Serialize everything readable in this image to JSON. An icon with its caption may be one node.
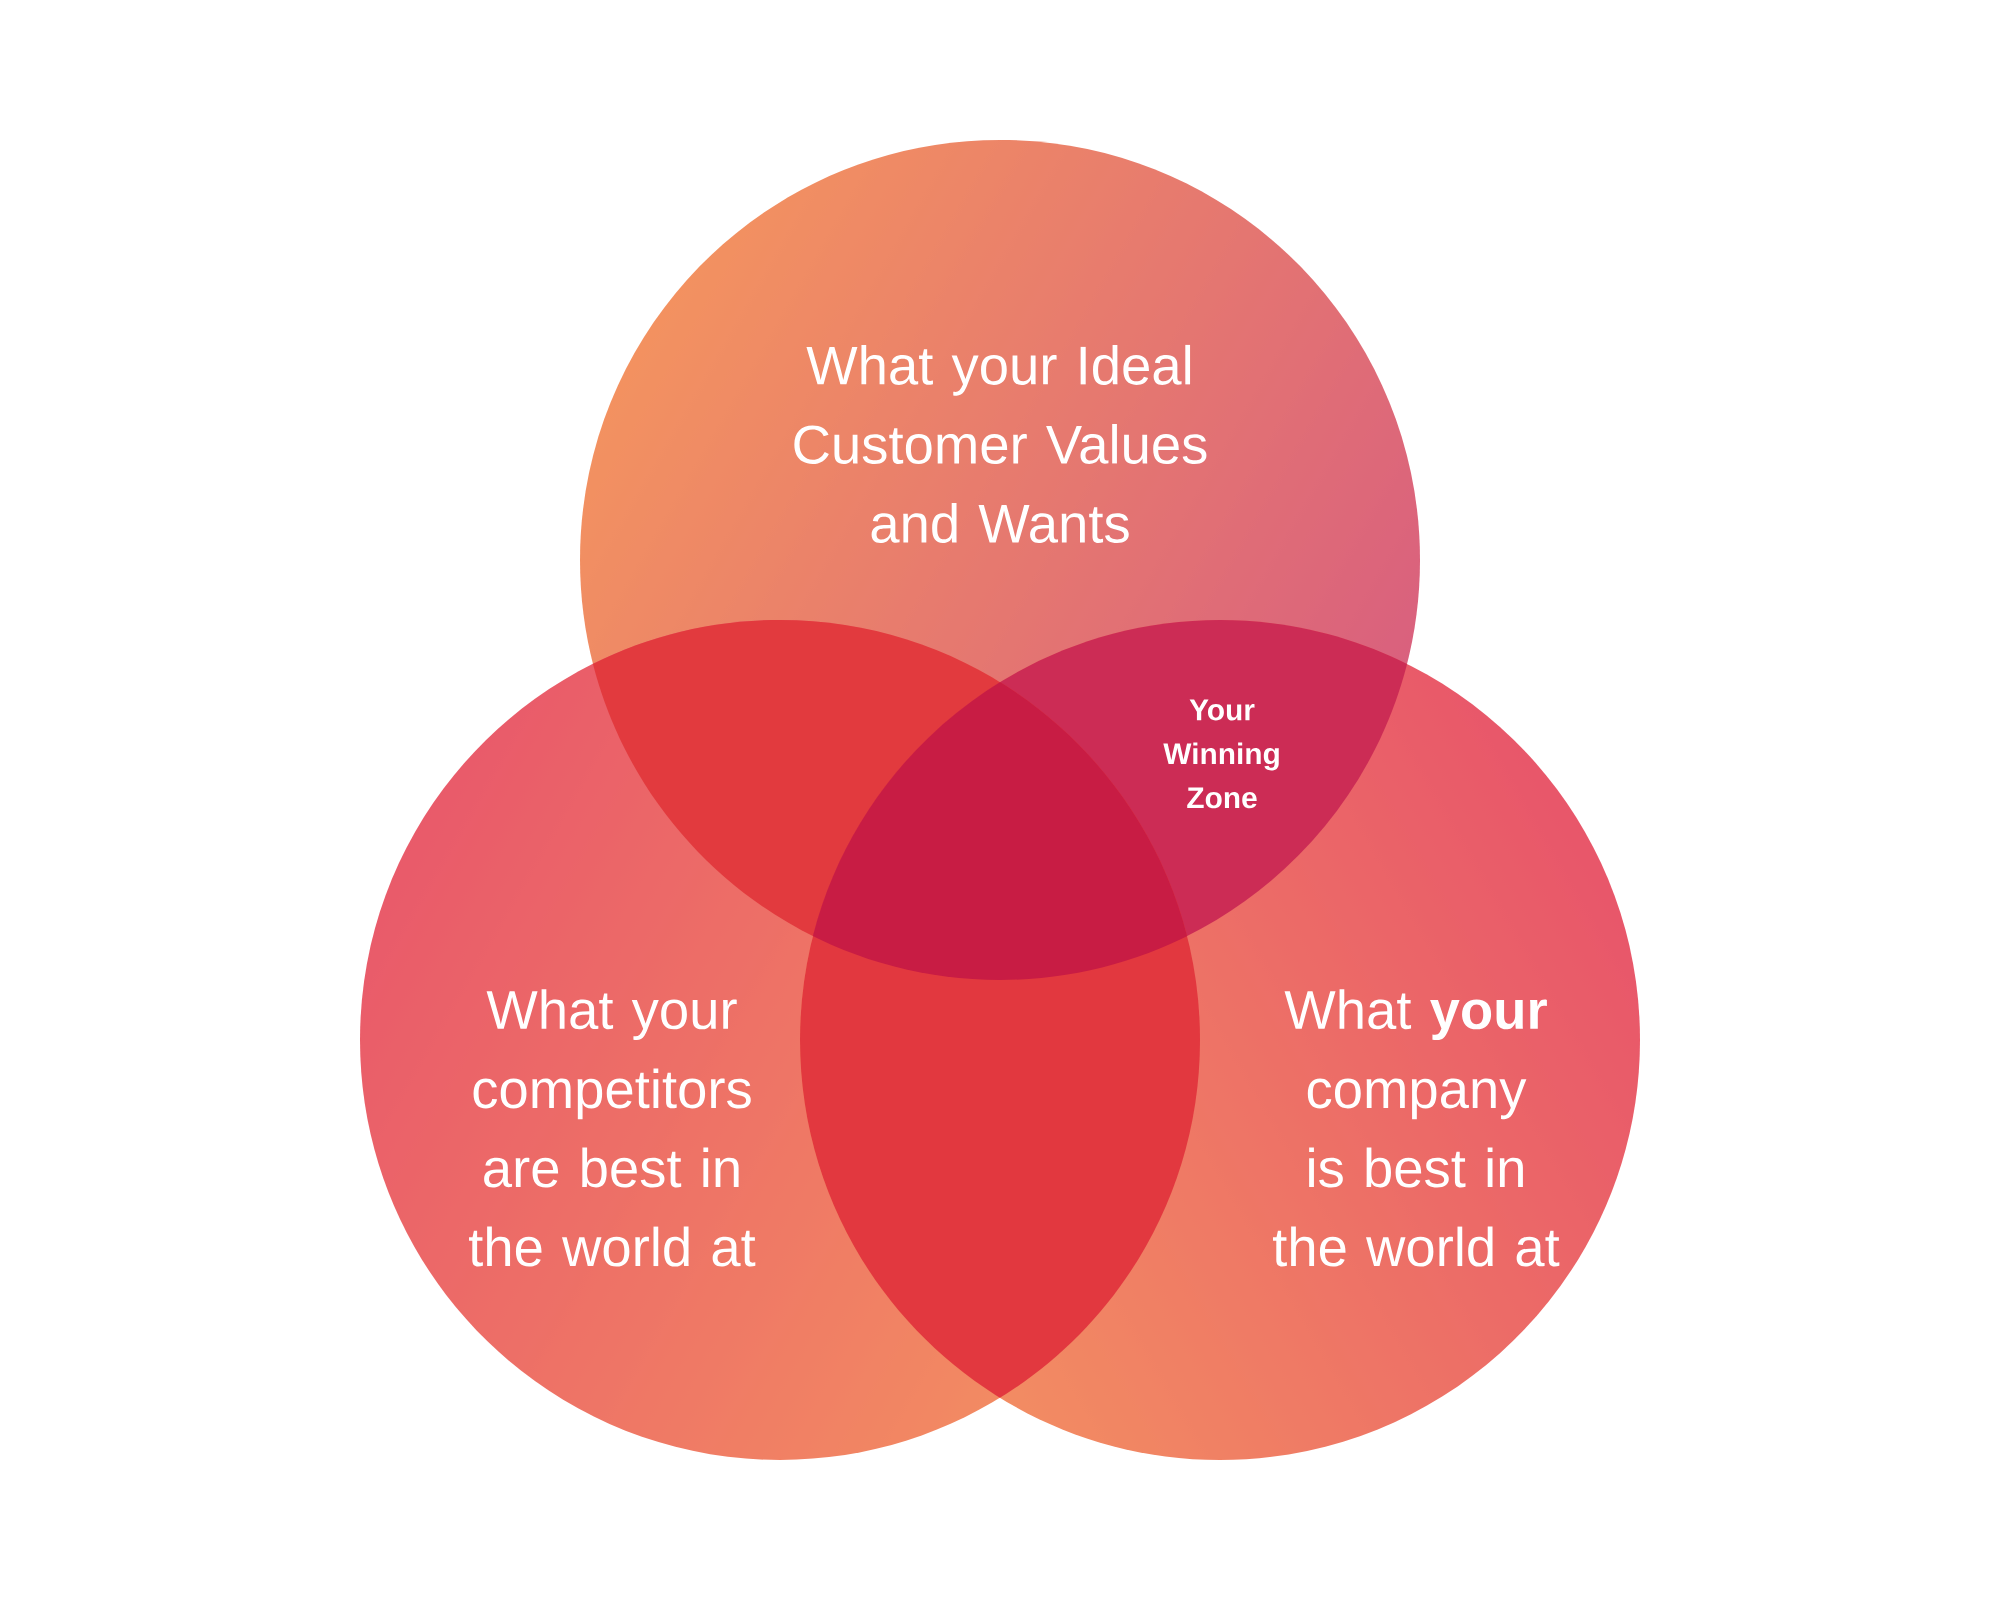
{
  "diagram": {
    "nodes": [
      {
        "text": [
          "What your Ideal Customer Values and Wants"
        ]
      },
      {
        "text": [
          "What your competitors are best in the world at"
        ]
      },
      {
        "text": [
          "What **your** company is best in the world at"
        ]
      }
    ],
    "labels": [
      "Your Winning Zone"
    ]
  }
}
